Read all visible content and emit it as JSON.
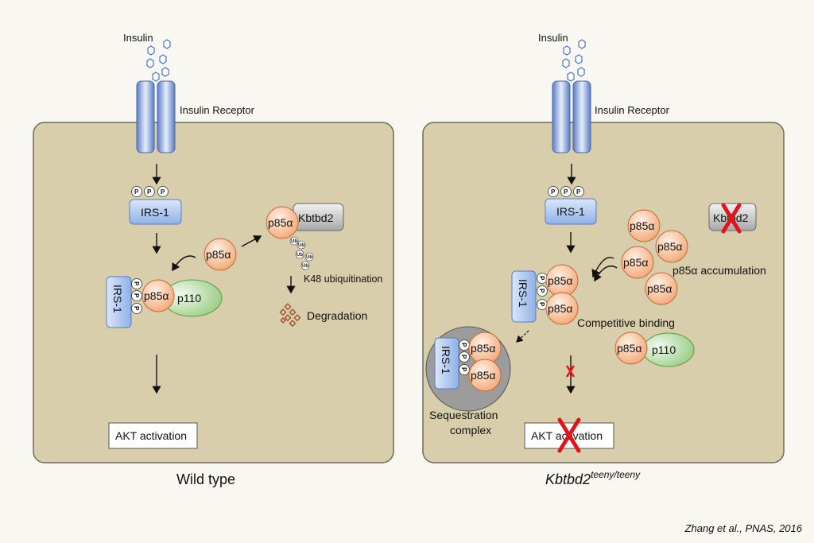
{
  "colors": {
    "background": "#f8f7f2",
    "cell": "#d8ceac",
    "cell_border": "#6e6a5c",
    "receptor": "#6f8fd0",
    "irs1": "#a9c4ee",
    "p85": "#f6b98f",
    "p110": "#b6d9a3",
    "kbtbd2": "#bdbdbd",
    "red_x": "#e0141b",
    "sequestration": "#9c9c9c",
    "degradation": "#a0522d"
  },
  "left": {
    "insulin": "Insulin",
    "receptor": "Insulin Receptor",
    "phospho": "P",
    "irs1": "IRS-1",
    "p85": "p85α",
    "p110": "p110",
    "kbtbd2": "Kbtbd2",
    "ub": "Ub",
    "k48": "K48 ubiquitination",
    "degradation": "Degradation",
    "akt": "AKT activation",
    "caption": "Wild type"
  },
  "right": {
    "insulin": "Insulin",
    "receptor": "Insulin Receptor",
    "phospho": "P",
    "irs1": "IRS-1",
    "p85": "p85α",
    "p110": "p110",
    "kbtbd2": "Kbtbd2",
    "accumulation": "p85α accumulation",
    "competitive": "Competitive binding",
    "sequestration_1": "Sequestration",
    "sequestration_2": "complex",
    "akt": "AKT activation",
    "caption_main": "Kbtbd2",
    "caption_sup": "teeny/teeny"
  },
  "citation": "Zhang et al., PNAS, 2016"
}
